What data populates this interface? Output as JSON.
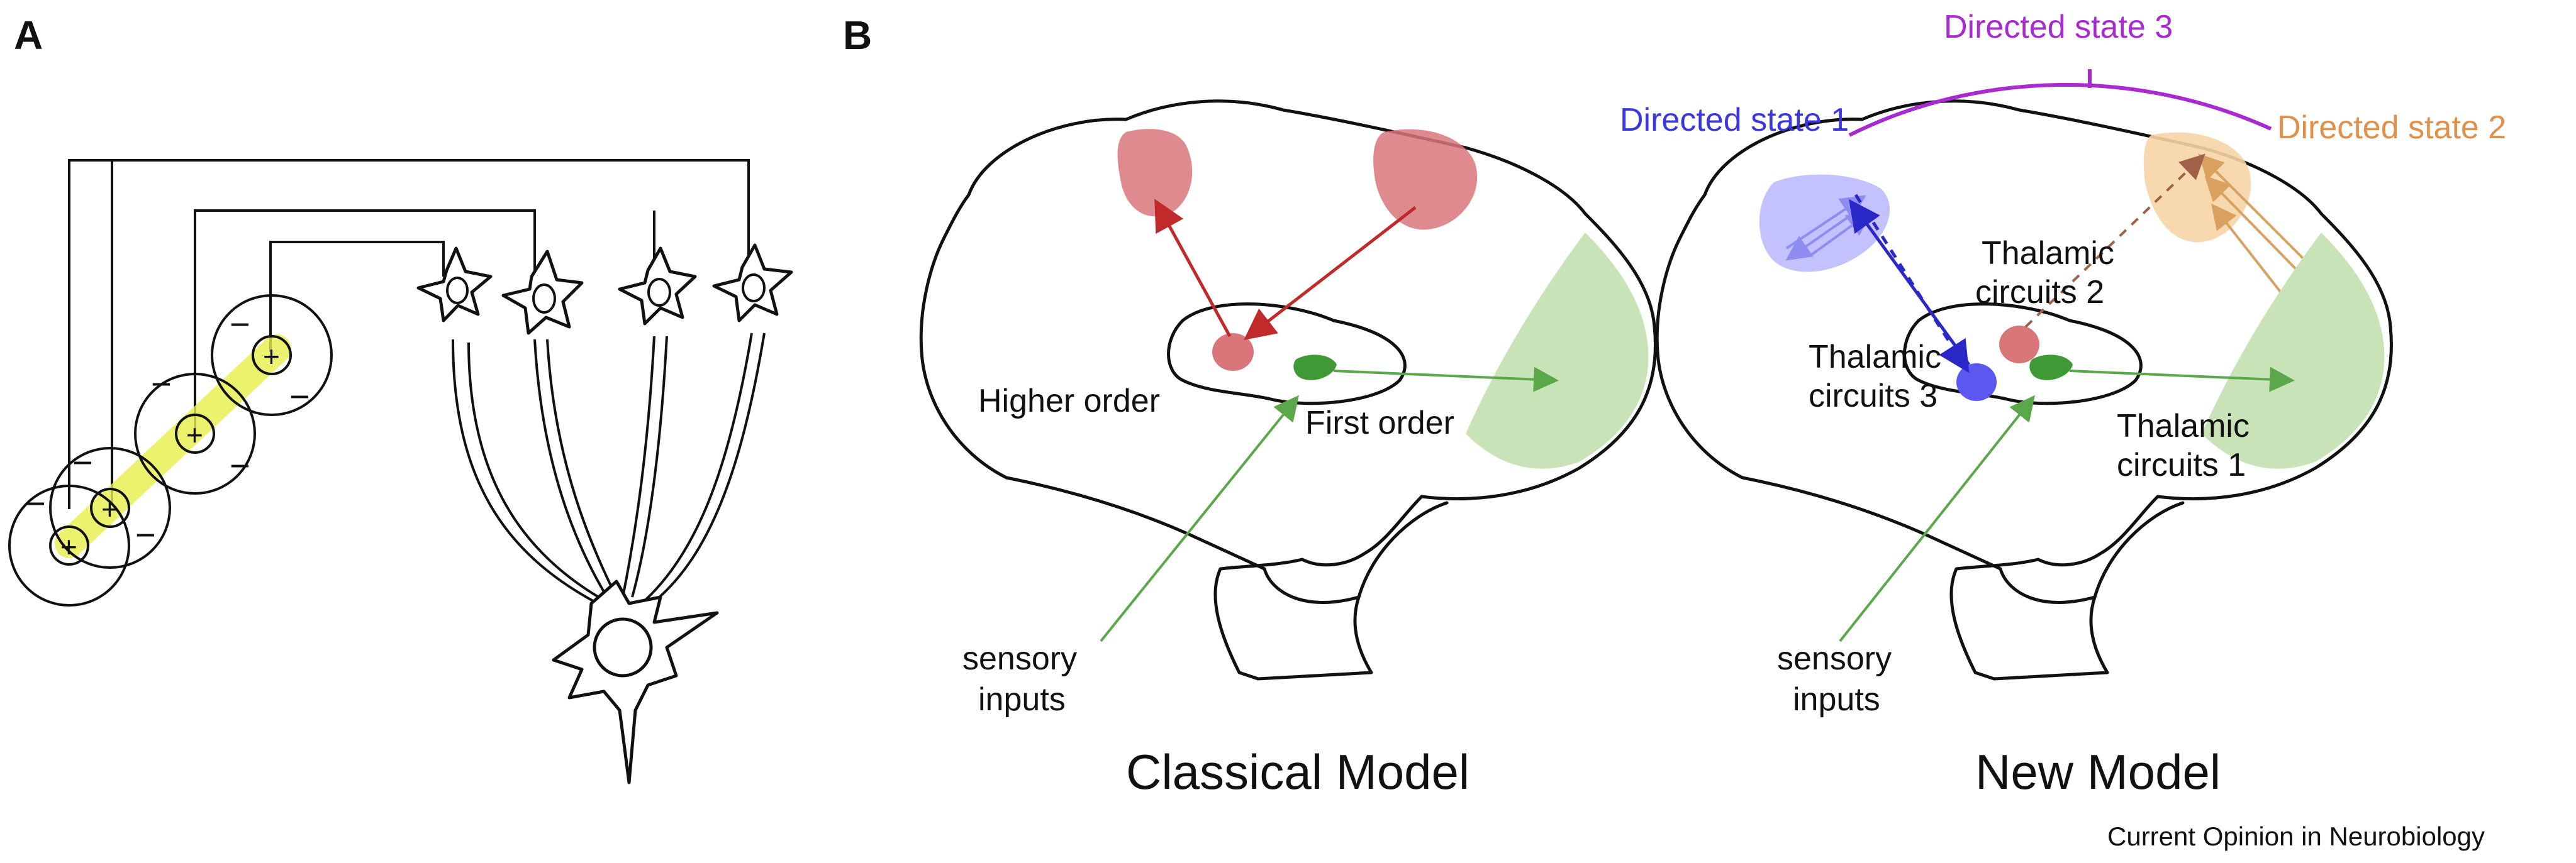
{
  "figure": {
    "panel_a_letter": "A",
    "panel_b_letter": "B",
    "credit": "Current Opinion in Neurobiology"
  },
  "panel_a": {
    "plus_sign": "+",
    "minus_sign": "−"
  },
  "classical_model": {
    "title": "Classical Model",
    "label_higher_order": "Higher order",
    "label_first_order": "First order",
    "label_sensory_line1": "sensory",
    "label_sensory_line2": "inputs"
  },
  "new_model": {
    "title": "New Model",
    "label_directed_state_1": "Directed state 1",
    "label_directed_state_2": "Directed state 2",
    "label_directed_state_3": "Directed state 3",
    "label_thalamic_2_line1": "Thalamic",
    "label_thalamic_2_line2": "circuits 2",
    "label_thalamic_3_line1": "Thalamic",
    "label_thalamic_3_line2": "circuits 3",
    "label_thalamic_1_line1": "Thalamic",
    "label_thalamic_1_line2": "circuits 1",
    "label_sensory_line1": "sensory",
    "label_sensory_line2": "inputs"
  },
  "colors": {
    "red_region": "#d9767a",
    "red_arrow": "#c02a2a",
    "green_region": "#c9e3b8",
    "green_nucleus": "#3f9a35",
    "green_arrow": "#5aa84a",
    "blue_region": "#b8b6ff",
    "blue_nucleus": "#5a58f0",
    "blue_arrow": "#2a28c8",
    "orange_region": "#f6d4a6",
    "orange_arrow": "#d9a060",
    "purple_bracket": "#a82ad0",
    "blue_label": "#3a36e0",
    "orange_label": "#e0904a",
    "yellow_glow": "#e9ef4a"
  }
}
